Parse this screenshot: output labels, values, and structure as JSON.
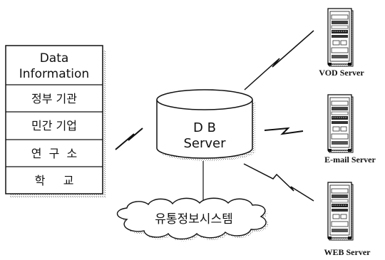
{
  "data_box": {
    "header_line1": "Data",
    "header_line2": "Information",
    "rows": [
      "정부 기관",
      "민간 기업",
      "연  구  소",
      "학     교"
    ]
  },
  "db_server": {
    "line1": "D B",
    "line2": "Server"
  },
  "servers": [
    {
      "label": "VOD Server"
    },
    {
      "label": "E-mail Server"
    },
    {
      "label": "WEB Server"
    }
  ],
  "cloud": {
    "label": "유통정보시스템"
  },
  "icons": {
    "link": "lightning-link-icon",
    "server": "server-rack-icon",
    "database": "database-cylinder-icon",
    "network": "cloud-icon"
  }
}
